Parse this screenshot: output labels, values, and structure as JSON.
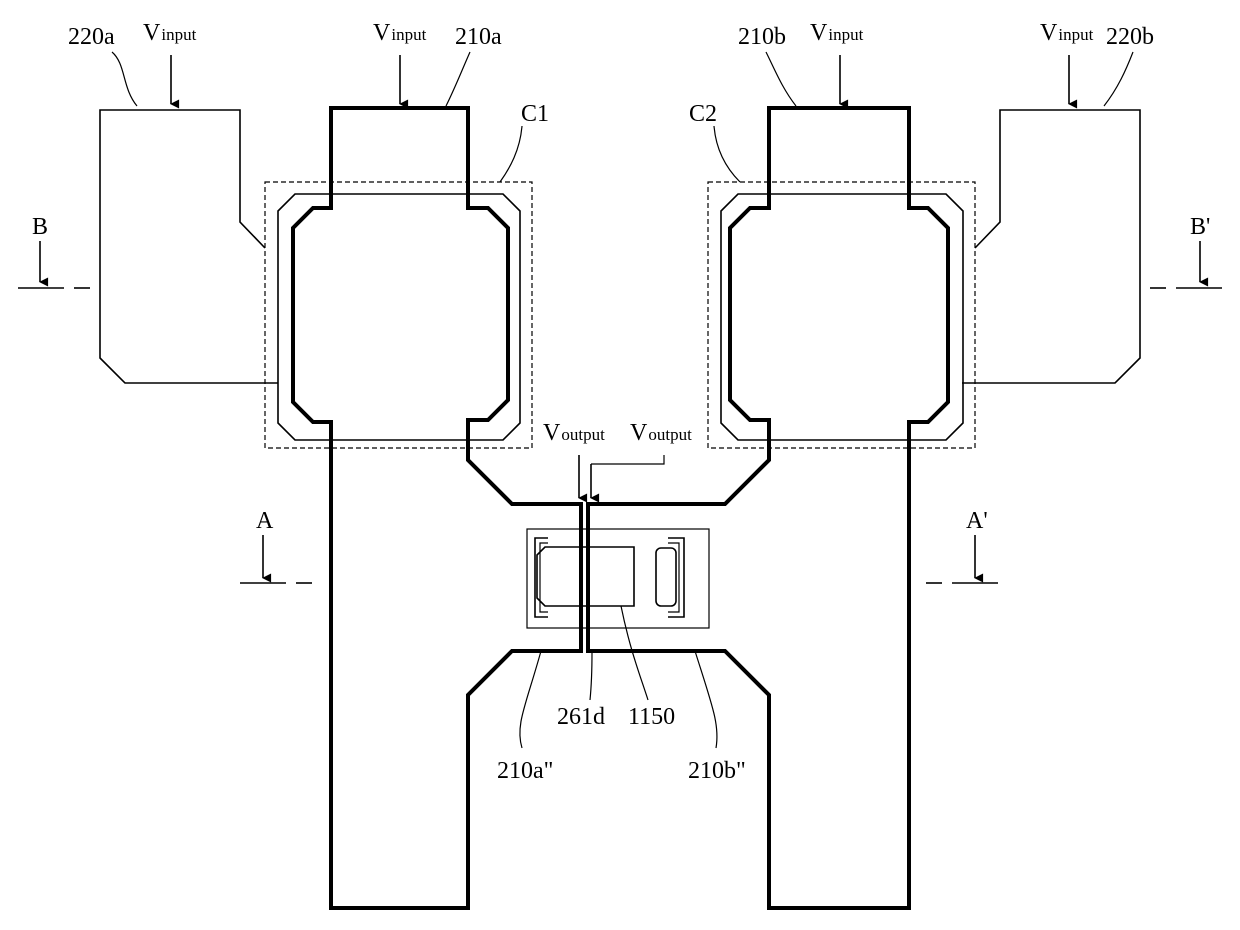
{
  "labels": {
    "v_input": "V",
    "v_input_sub": "input",
    "v_output": "V",
    "v_output_sub": "output",
    "ref_220a": "220a",
    "ref_210a": "210a",
    "ref_210b": "210b",
    "ref_220b": "220b",
    "ref_c1": "C1",
    "ref_c2": "C2",
    "ref_b": "B",
    "ref_b_prime": "B'",
    "ref_a": "A",
    "ref_a_prime": "A'",
    "ref_261d": "261d",
    "ref_1150": "1150",
    "ref_210a_dprime": "210a\"",
    "ref_210b_dprime": "210b\""
  }
}
